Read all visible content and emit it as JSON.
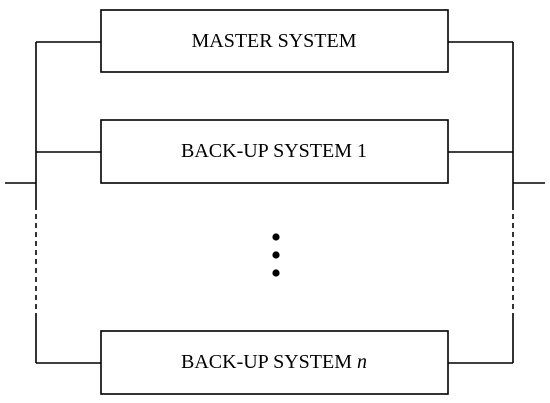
{
  "diagram": {
    "blocks": [
      {
        "label": "MASTER SYSTEM",
        "suffix": ""
      },
      {
        "label": "BACK-UP SYSTEM 1",
        "suffix": ""
      },
      {
        "label": "BACK-UP SYSTEM ",
        "suffix": "n"
      }
    ]
  }
}
